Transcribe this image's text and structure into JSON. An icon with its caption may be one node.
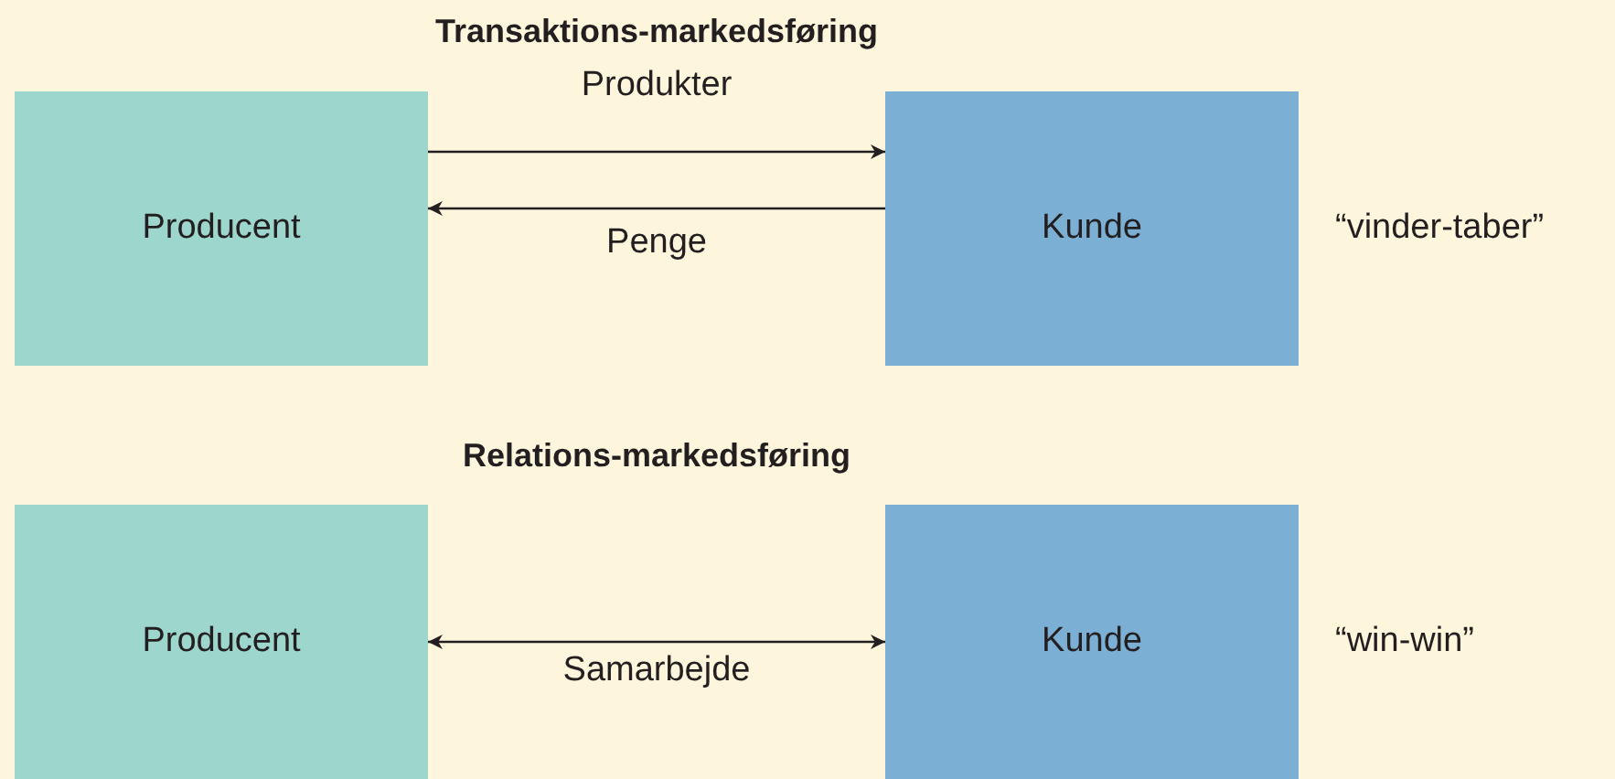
{
  "diagram": {
    "nodes": [
      {
        "text": [
          "Producent"
        ]
      },
      {
        "text": [
          "Kunde"
        ],
        "beside": [
          "“vinder-taber”"
        ]
      },
      {
        "text": [
          "Producent"
        ]
      },
      {
        "text": [
          "Kunde"
        ],
        "beside": [
          "“win-win”"
        ]
      }
    ],
    "edges": [
      {
        "from": 0,
        "to": 1,
        "arrow": "to",
        "label": "Produkter"
      },
      {
        "from": 1,
        "to": 0,
        "arrow": "to",
        "label": "Penge"
      },
      {
        "from": 2,
        "to": 3,
        "arrow": "both",
        "label": "Samarbejde"
      }
    ],
    "labels": [
      "Transaktions-markedsføring",
      "Relations-markedsføring"
    ]
  }
}
